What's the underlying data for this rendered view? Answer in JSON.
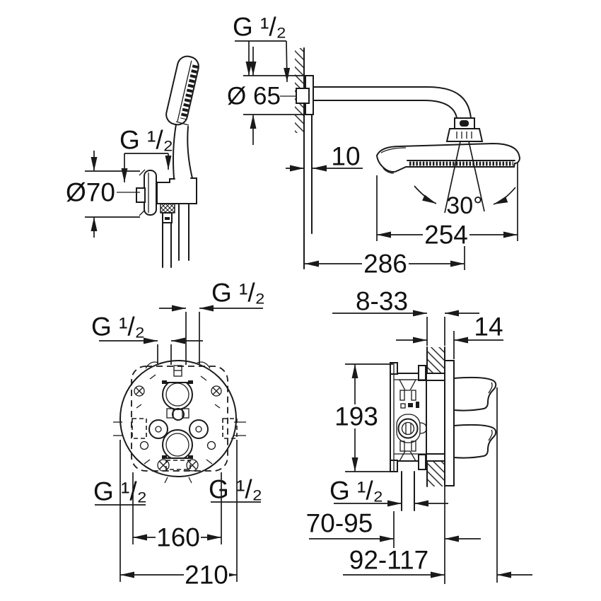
{
  "figure": {
    "background": "#ffffff",
    "line_color": "#1a1a1a",
    "description": "Shower set installation drawing with four dimensioned views"
  },
  "hand_shower_view": {
    "thread": "G ¹/₂",
    "holder_diameter": "Ø70"
  },
  "head_shower_view": {
    "thread": "G ¹/₂",
    "flange_diameter": "Ø 65",
    "wall_clearance": "10",
    "spray_angle": "30°",
    "head_width": "254",
    "reach": "286"
  },
  "valve_front_view": {
    "thread_top_left": "G ¹/₂",
    "thread_top_right": "G ¹/₂",
    "thread_bottom_left": "G ¹/₂",
    "thread_bottom_right": "G ¹/₂",
    "port_spacing": "160",
    "overall_width": "210"
  },
  "valve_side_view": {
    "finish_depth_range": "8-33",
    "sleeve_depth": "14",
    "body_height": "193",
    "outlet_thread": "G ¹/₂",
    "install_depth_min": "70-95",
    "install_depth_max": "92-117"
  }
}
